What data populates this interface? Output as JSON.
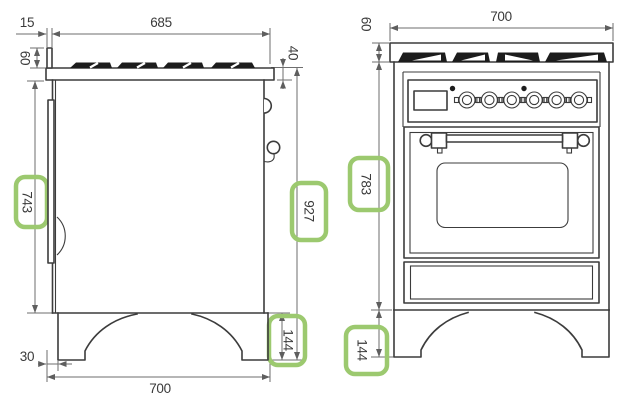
{
  "side_view": {
    "name": "side-elevation",
    "dims": {
      "rear_upstand_depth": "15",
      "worktop_depth": "685",
      "upstand_height": "60",
      "worktop_edge_height": "40",
      "body_height": "743",
      "worktop_height_from_floor": "927",
      "leg_height": "144",
      "rear_leg_inset": "30",
      "overall_depth": "700"
    }
  },
  "front_view": {
    "name": "front-elevation",
    "dims": {
      "overall_width": "700",
      "upstand_height": "60",
      "body_height": "783",
      "leg_height": "144"
    }
  },
  "colors": {
    "outline": "#3c3c3c",
    "dimension_line": "#6e6e6e",
    "highlight_green": "#9cc96f",
    "black_fill": "#1c1c1c",
    "background": "#ffffff"
  },
  "highlighted_dimensions": [
    "743",
    "927",
    "144",
    "783",
    "144"
  ]
}
